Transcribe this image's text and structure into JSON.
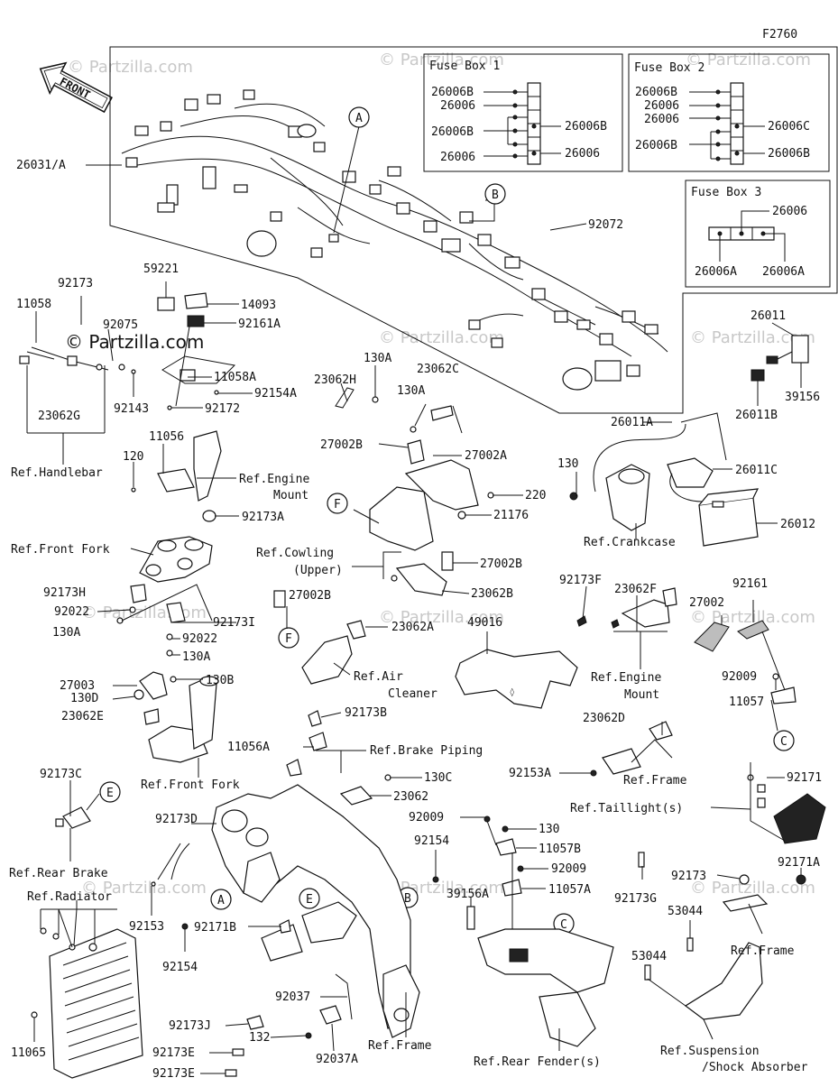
{
  "diagram_code": "F2760",
  "front_arrow_label": "FRONT",
  "watermark": "© Partzilla.com",
  "watermark_main": "© Partzilla.com",
  "fuse_boxes": [
    {
      "title": "Fuse Box 1",
      "labels": [
        "26006B",
        "26006",
        "26006B",
        "26006",
        "26006B",
        "26006"
      ]
    },
    {
      "title": "Fuse Box 2",
      "labels": [
        "26006B",
        "26006",
        "26006",
        "26006B",
        "26006C",
        "26006B"
      ]
    },
    {
      "title": "Fuse Box 3",
      "labels": [
        "26006",
        "26006A",
        "26006A"
      ]
    }
  ],
  "callout_letters": [
    "A",
    "B",
    "C",
    "E",
    "F"
  ],
  "part_labels": [
    "26031/A",
    "92072",
    "59221",
    "14093",
    "92161A",
    "11058",
    "92173",
    "92075",
    "11058A",
    "92154A",
    "92143",
    "92172",
    "23062G",
    "26011",
    "39156",
    "26011B",
    "130A",
    "23062H",
    "23062C",
    "130A",
    "27002B",
    "27002A",
    "220",
    "21176",
    "26011A",
    "130",
    "26011C",
    "26012",
    "11056",
    "120",
    "92173A",
    "27002B",
    "23062B",
    "92173F",
    "23062F",
    "92161",
    "27002",
    "49016",
    "92009",
    "11057",
    "92173H",
    "92022",
    "130A",
    "92173I",
    "92022",
    "130A",
    "27002B",
    "23062A",
    "27003",
    "130B",
    "130D",
    "23062E",
    "92173B",
    "11056A",
    "130C",
    "23062",
    "23062D",
    "92153A",
    "92171",
    "92173C",
    "92173D",
    "92009",
    "130",
    "11057B",
    "92154",
    "92009",
    "11057A",
    "39156A",
    "92173G",
    "92173",
    "92171A",
    "92153",
    "92154",
    "92171B",
    "53044",
    "53044",
    "92173J",
    "92037",
    "92173E",
    "92173E",
    "132",
    "92037A",
    "11065"
  ],
  "reference_labels": [
    "Ref.Handlebar",
    "Ref.Engine",
    "Mount",
    "Ref.Front Fork",
    "Ref.Cowling",
    "(Upper)",
    "Ref.Crankcase",
    "Ref.Air",
    "Cleaner",
    "Ref.Engine",
    "Mount",
    "Ref.Front Fork",
    "Ref.Brake Piping",
    "Ref.Frame",
    "Ref.Taillight(s)",
    "Ref.Rear Brake",
    "Ref.Radiator",
    "Ref.Frame",
    "Ref.Frame",
    "Ref.Rear Fender(s)",
    "Ref.Suspension",
    "/Shock Absorber"
  ]
}
